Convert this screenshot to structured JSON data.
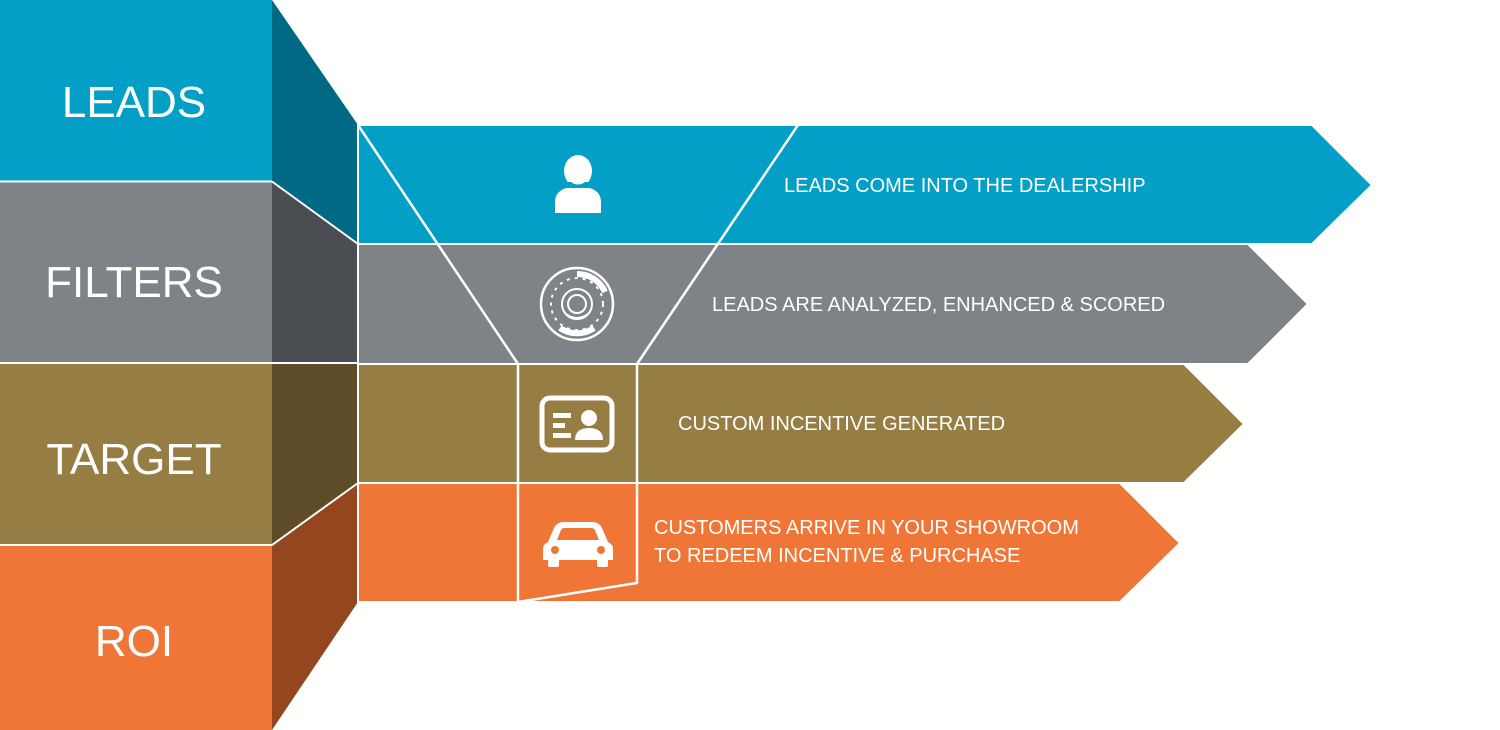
{
  "stages": [
    {
      "label": "LEADS",
      "color": "#039fc6",
      "side_color": "#006a85"
    },
    {
      "label": "FILTERS",
      "color": "#7e8388",
      "side_color": "#4a4d52"
    },
    {
      "label": "TARGET",
      "color": "#967d43",
      "side_color": "#5e4c28"
    },
    {
      "label": "ROI",
      "color": "#f07638",
      "side_color": "#94461f"
    }
  ],
  "steps": [
    {
      "icon": "person-icon",
      "lines": [
        "LEADS COME INTO THE DEALERSHIP"
      ]
    },
    {
      "icon": "gauge-dial-icon",
      "lines": [
        "LEADS ARE ANALYZED, ENHANCED & SCORED"
      ]
    },
    {
      "icon": "id-card-icon",
      "lines": [
        "CUSTOM INCENTIVE GENERATED"
      ]
    },
    {
      "icon": "car-icon",
      "lines": [
        "CUSTOMERS ARRIVE IN YOUR SHOWROOM",
        "TO REDEEM INCENTIVE & PURCHASE"
      ]
    }
  ],
  "colors": {
    "outline": "#ffffff",
    "background": "#ffffff"
  }
}
